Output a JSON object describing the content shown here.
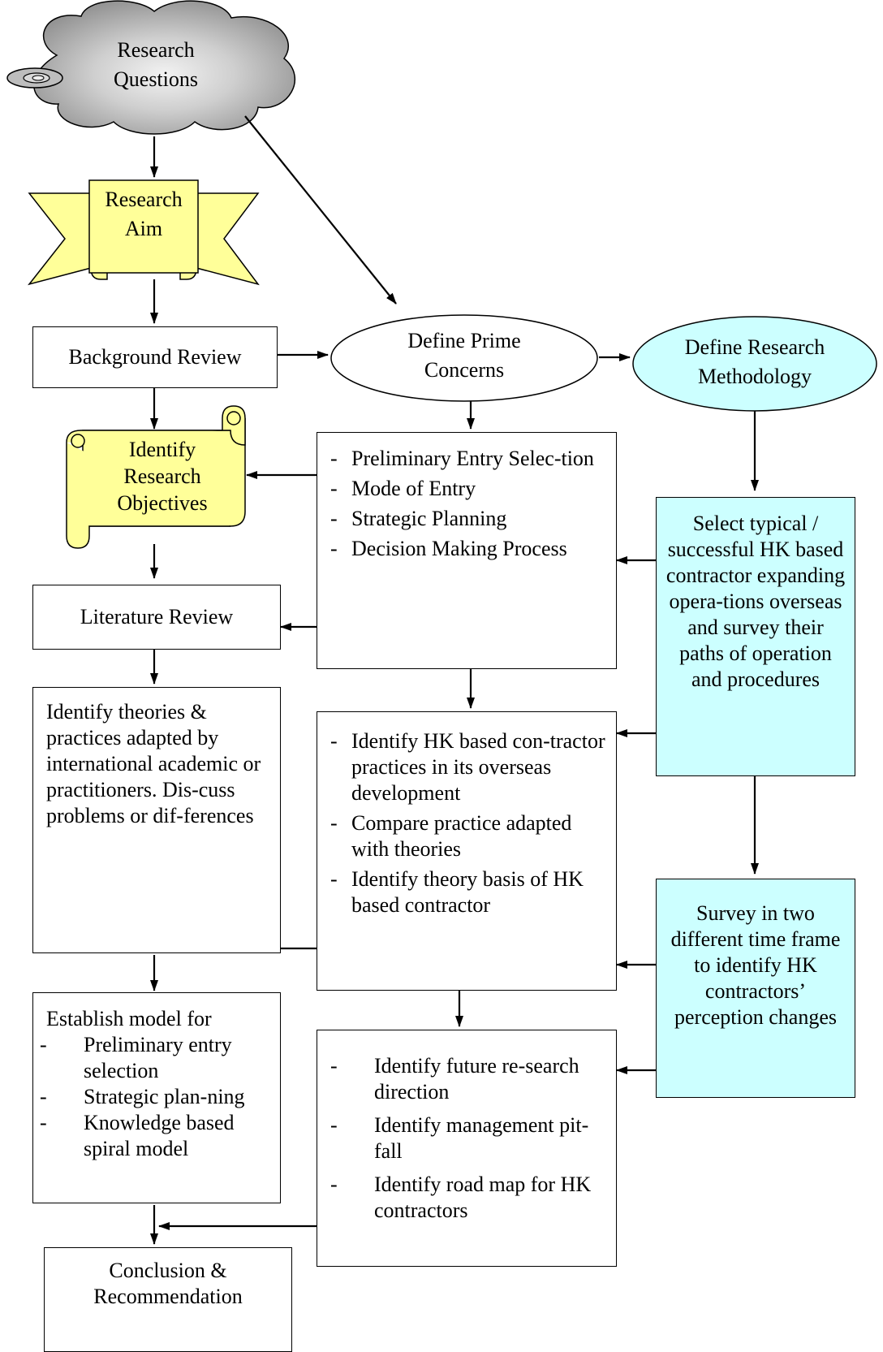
{
  "research_questions": "Research Questions",
  "research_aim": "Research Aim",
  "background_review": "Background Review",
  "define_prime_concerns": "Define Prime Concerns",
  "define_research_methodology": "Define Research Methodology",
  "identify_research_objectives": "Identify Research Objectives",
  "literature_review": "Literature Review",
  "prime_concerns_list": [
    "Preliminary Entry Selec-tion",
    "Mode of Entry",
    "Strategic Planning",
    "Decision Making Process"
  ],
  "select_contractor": "Select typical / successful HK based contractor expanding opera-tions overseas and survey their paths of operation and procedures",
  "identify_theories": "Identify theories & practices adapted by international academic or practitioners. Dis-cuss problems or dif-ferences",
  "practice_list": [
    "Identify HK based con-tractor practices in its overseas development",
    "Compare practice adapted with theories",
    "Identify theory basis of HK based contractor"
  ],
  "survey_two_time_frames": "Survey in two different time frame to identify HK contractors’ perception changes",
  "establish_model": {
    "heading": "Establish model for",
    "items": [
      "Preliminary entry selection",
      "Strategic plan-ning",
      "Knowledge based spiral model"
    ]
  },
  "future_list": [
    "Identify future re-search direction",
    "Identify management pit-fall",
    "Identify road map for HK contractors"
  ],
  "conclusion": "Conclusion & Recommendation",
  "colors": {
    "cloud": "#b8b8b8",
    "yellow": "#ffff99",
    "cyan": "#ccffff",
    "line": "#000000"
  }
}
